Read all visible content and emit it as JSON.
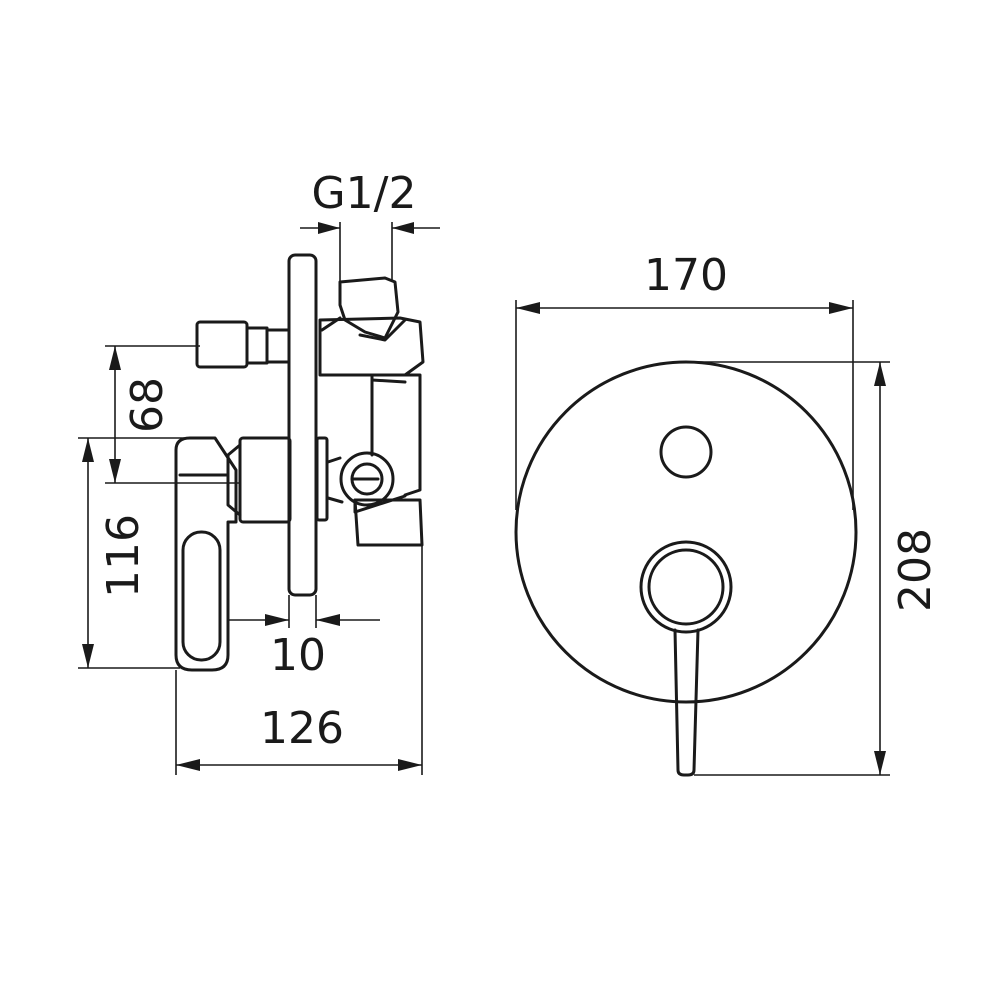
{
  "drawing": {
    "stroke_color": "#1a1a1a",
    "background": "#ffffff"
  },
  "dimensions": {
    "thread": "G1/2",
    "plate_width": "170",
    "plate_height": "208",
    "outlet_offset": "68",
    "handle_height": "116",
    "plate_gap": "10",
    "total_depth": "126"
  }
}
